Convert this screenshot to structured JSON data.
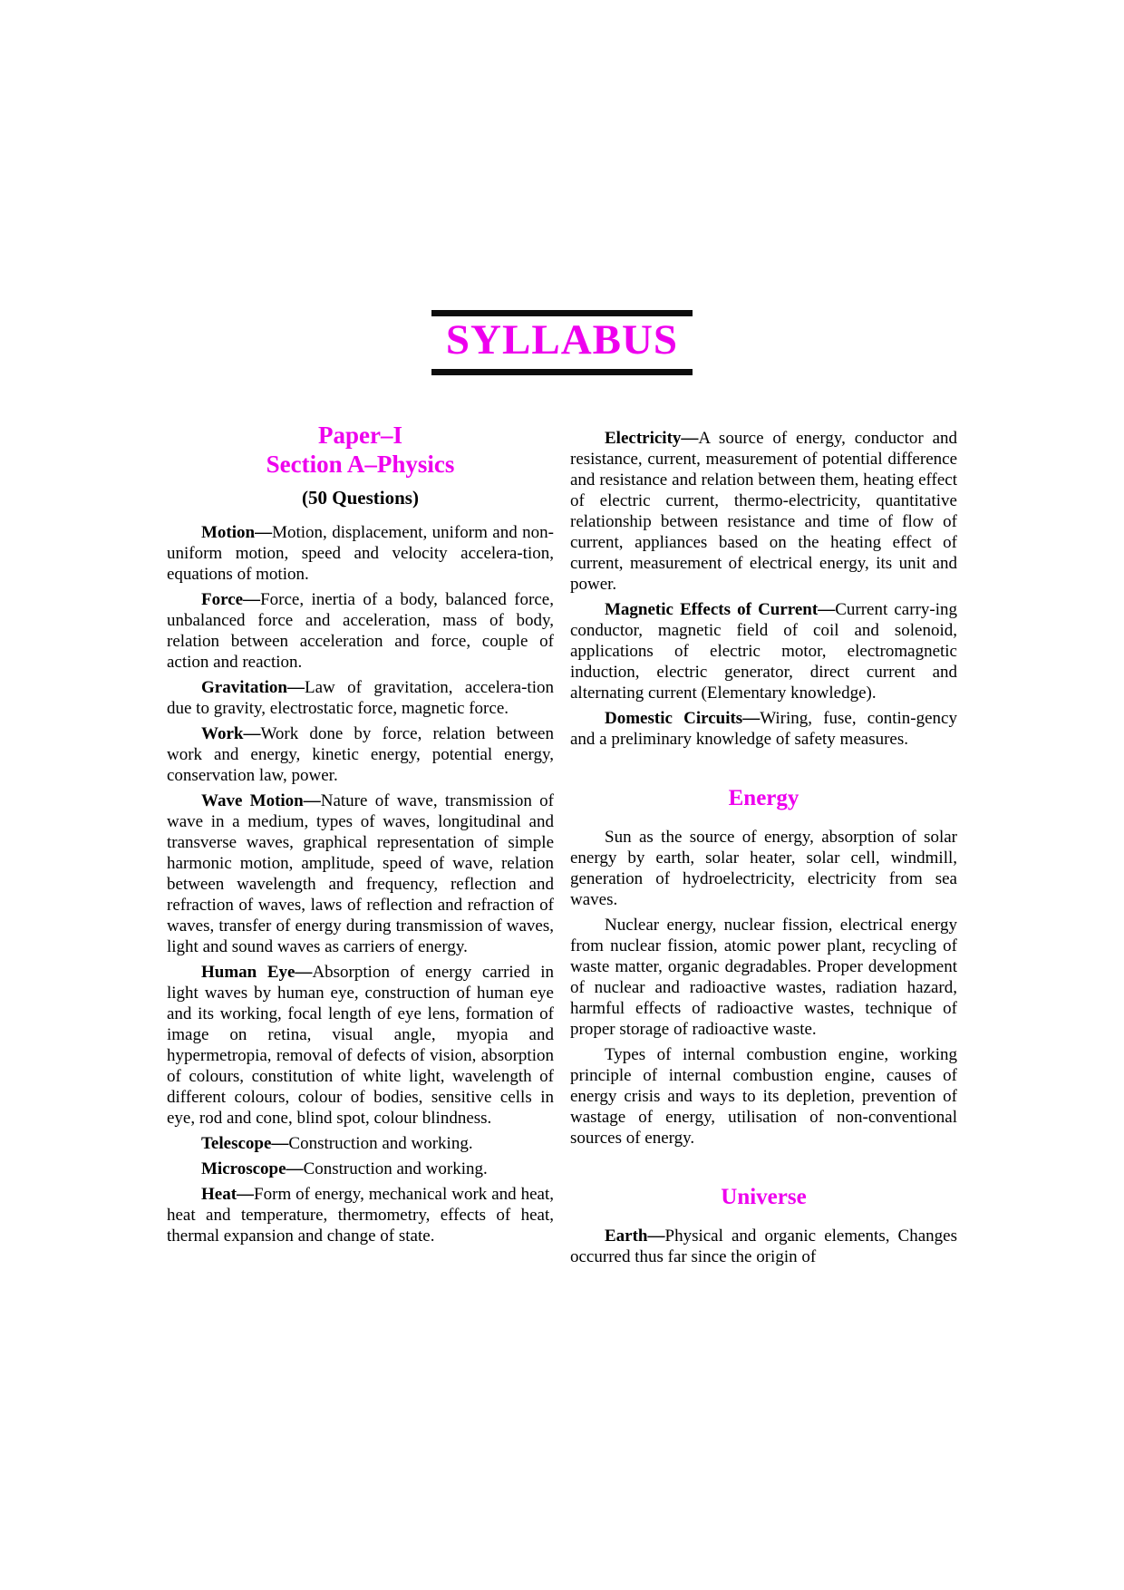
{
  "title": "SYLLABUS",
  "colors": {
    "heading_magenta": "#ee00ee",
    "rule_black": "#0d0d0d",
    "body_text": "#000000",
    "page_background": "#ffffff"
  },
  "left_column": {
    "paper_heading": "Paper–I",
    "section_heading": "Section A–Physics",
    "question_count": "(50 Questions)",
    "paragraphs": [
      {
        "lead": "Motion—",
        "text": "Motion, displacement, uniform and non-uniform motion, speed and velocity accelera-tion, equations of motion."
      },
      {
        "lead": "Force—",
        "text": "Force, inertia of a body, balanced force, unbalanced force and acceleration, mass of body, relation between acceleration and force, couple of action and reaction."
      },
      {
        "lead": "Gravitation—",
        "text": "Law of gravitation, accelera-tion due to gravity, electrostatic force, magnetic force."
      },
      {
        "lead": "Work—",
        "text": "Work done by force, relation between work and energy, kinetic energy, potential energy, conservation law, power."
      },
      {
        "lead": "Wave Motion—",
        "text": "Nature of wave, transmission of wave in a medium, types of waves, longitudinal and transverse waves, graphical representation of simple harmonic motion, amplitude, speed of wave, relation between wavelength and frequency, reflection and refraction of waves, laws of reflection and refraction of waves, transfer of energy during transmission of waves, light and sound waves as carriers of energy."
      },
      {
        "lead": "Human Eye—",
        "text": "Absorption of energy carried in light waves by human eye, construction of human eye and its working, focal length of eye lens, formation of image on retina, visual angle, myopia and hypermetropia, removal of defects of vision, absorption of colours, constitution of white light, wavelength of different colours, colour of bodies, sensitive cells in eye, rod and cone, blind spot, colour blindness."
      },
      {
        "lead": "Telescope—",
        "text": "Construction and working."
      },
      {
        "lead": "Microscope—",
        "text": "Construction and working."
      },
      {
        "lead": "Heat—",
        "text": "Form of energy, mechanical work and heat, heat and temperature, thermometry, effects of heat, thermal expansion and change of state."
      }
    ]
  },
  "right_column": {
    "intro_section": {
      "paragraphs": [
        {
          "lead": "Electricity—",
          "text": "A source of energy, conductor and resistance, current, measurement of potential difference and resistance and relation between them, heating effect of electric current, thermo-electricity, quantitative relationship between resistance and time of flow of current, appliances based on the heating effect of current, measurement of electrical energy, its unit and power."
        },
        {
          "lead": "Magnetic Effects of Current—",
          "text": "Current carry-ing conductor, magnetic field of coil and solenoid, applications of electric motor, electromagnetic induction, electric generator, direct current and alternating current (Elementary knowledge)."
        },
        {
          "lead": "Domestic Circuits—",
          "text": "Wiring, fuse, contin-gency and a preliminary knowledge of safety measures."
        }
      ]
    },
    "energy_section": {
      "heading": "Energy",
      "paragraphs": [
        {
          "text": "Sun as the source of energy, absorption of solar energy by earth, solar heater, solar cell, windmill, generation of hydroelectricity, electricity from sea waves."
        },
        {
          "text": "Nuclear energy, nuclear fission, electrical energy from nuclear fission, atomic power plant, recycling of waste matter, organic degradables. Proper development of nuclear and radioactive wastes, radiation hazard, harmful effects of radioactive wastes, technique of proper storage of radioactive waste."
        },
        {
          "text": "Types of internal combustion engine, working principle of internal combustion engine, causes of energy crisis and ways to its depletion, prevention of wastage of energy, utilisation of non-conventional sources of energy."
        }
      ]
    },
    "universe_section": {
      "heading": "Universe",
      "paragraphs": [
        {
          "lead": "Earth—",
          "text": "Physical and organic elements, Changes occurred thus far since the origin of"
        }
      ]
    }
  }
}
